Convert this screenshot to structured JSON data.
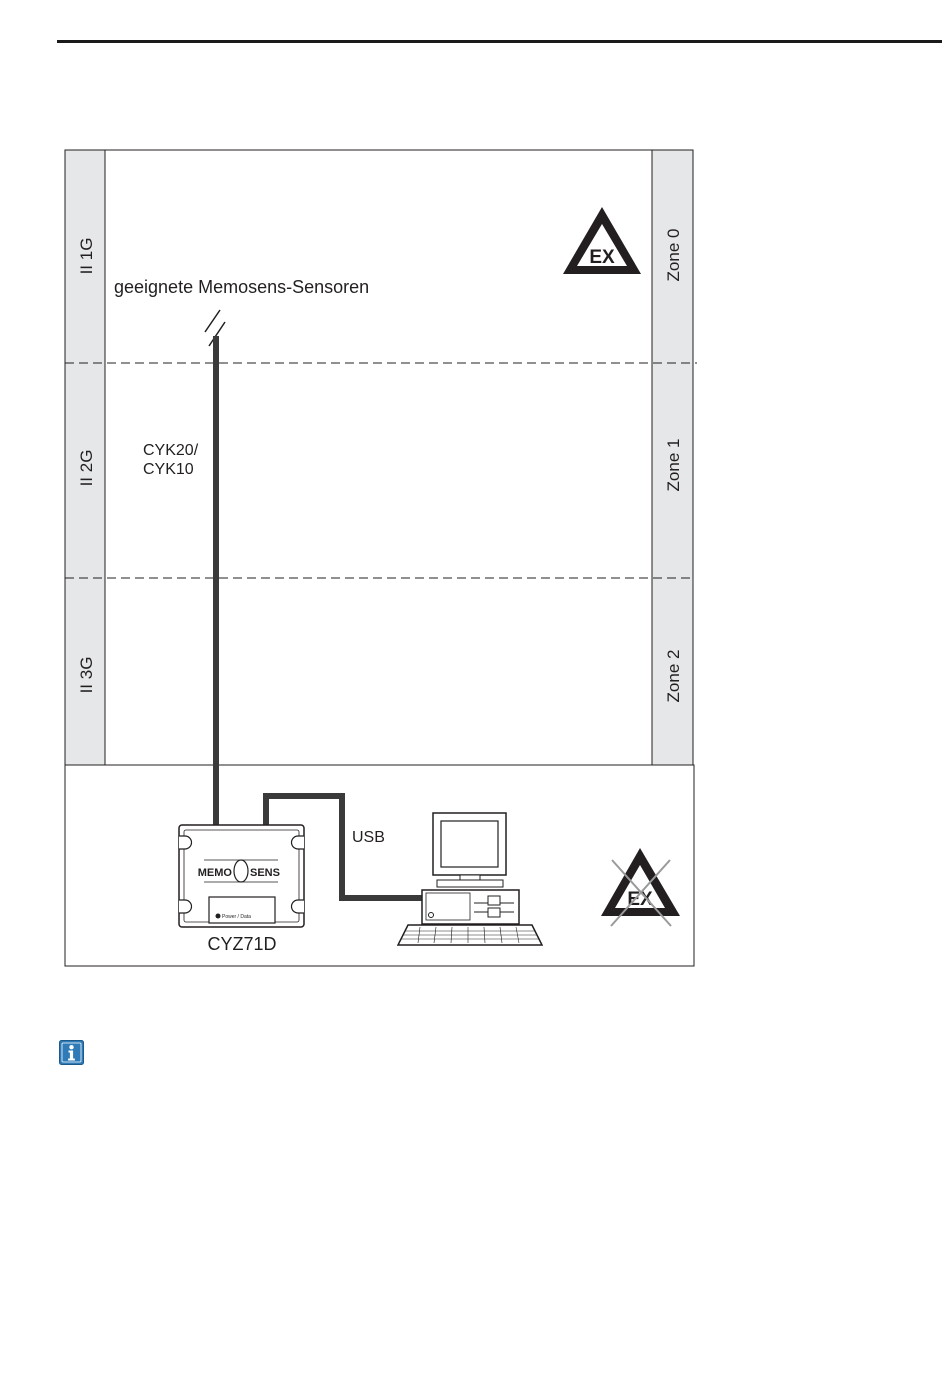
{
  "labels": {
    "sensors": "geeignete Memosens-Sensoren",
    "cable": [
      "CYK20/",
      "CYK10"
    ],
    "usb": "USB",
    "device": "CYZ71D",
    "brand_left": "MEMO",
    "brand_right": "SENS",
    "device_port": "Power / Data"
  },
  "categories": [
    "II 1G",
    "II 2G",
    "II 3G"
  ],
  "zones": [
    "Zone 0",
    "Zone 1",
    "Zone 2"
  ],
  "ex_mark": "EX",
  "icons": [
    "ex-warning-triangle-icon",
    "ex-crossed-triangle-icon",
    "computer-icon",
    "info-icon"
  ],
  "colors": {
    "zone_band": "#e6e7e8",
    "line": "#231f20",
    "info_blue": "#2e7bb8"
  }
}
